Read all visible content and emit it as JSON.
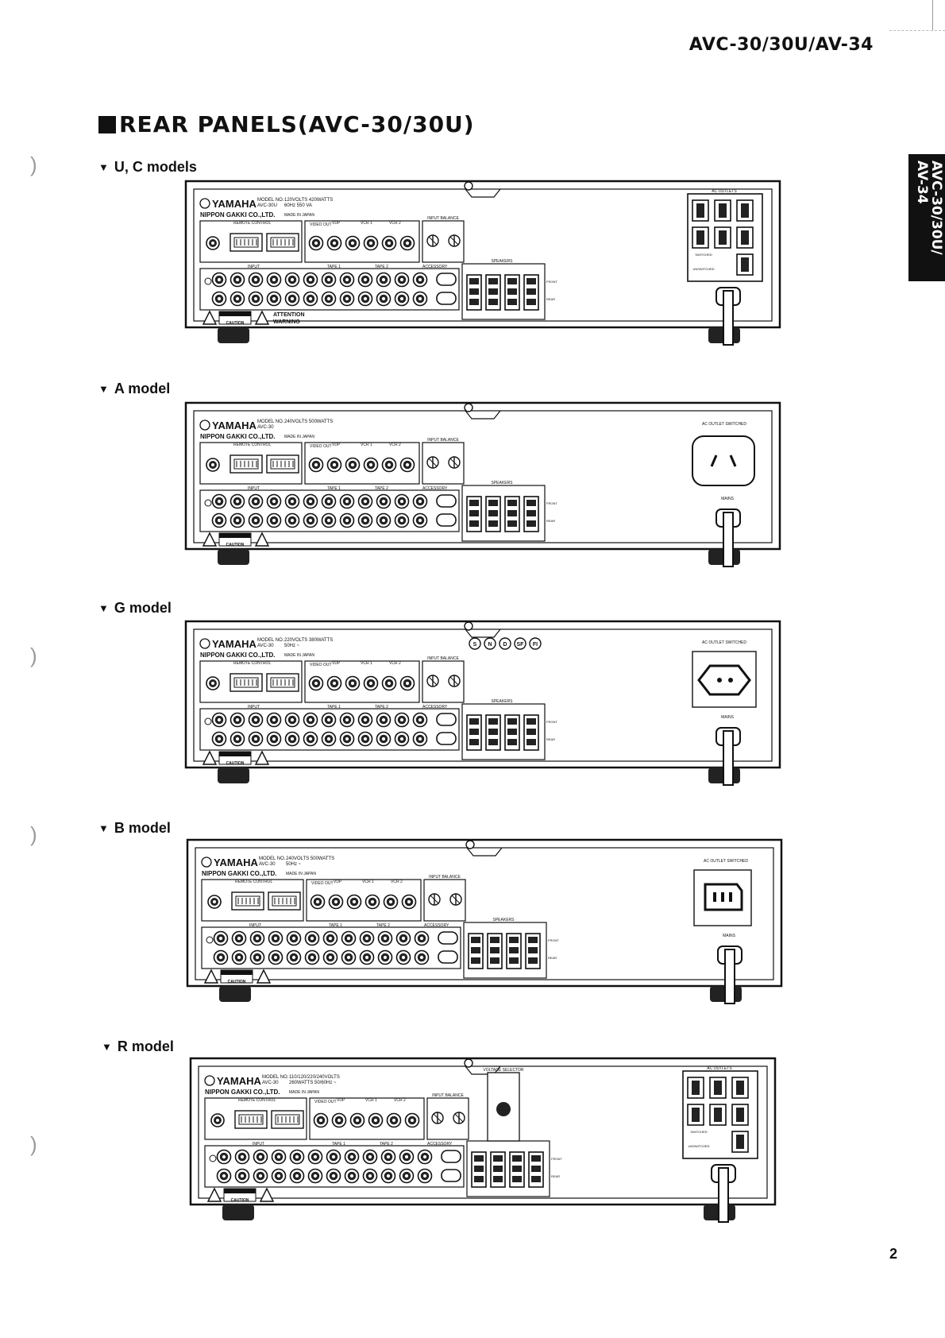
{
  "header": {
    "title": "AVC-30/30U/AV-34"
  },
  "section": {
    "title": "REAR PANELS(AVC-30/30U)"
  },
  "side_tab": {
    "text": "AVC-30/30U/\nAV-34"
  },
  "page_number": "2",
  "models": [
    {
      "label": "U, C models",
      "model_no": "AVC-30U",
      "ratings": "120VOLTS  420WATTS",
      "ratings2": "60Hz   550 VA",
      "outlet": "AC OUTLETS",
      "outlet_type": "multi",
      "label_sw": "SWITCHED",
      "label_unsw": "UNSWITCHED",
      "has_attention": true
    },
    {
      "label": "A model",
      "model_no": "AVC-30",
      "ratings": "240VOLTS  500WATTS",
      "ratings2": "",
      "outlet": "AC OUTLET SWITCHED",
      "outlet_type": "a",
      "label_sw": "",
      "label_unsw": "",
      "has_attention": false
    },
    {
      "label": "G model",
      "model_no": "AVC-30",
      "ratings": "220VOLTS  380WATTS",
      "ratings2": "50Hz ~",
      "outlet": "AC OUTLET SWITCHED",
      "outlet_type": "g",
      "label_sw": "",
      "label_unsw": "",
      "has_attention": false,
      "approvals": [
        "S",
        "N",
        "D",
        "SF",
        "FI"
      ]
    },
    {
      "label": "B model",
      "model_no": "AVC-30",
      "ratings": "240VOLTS  500WATTS",
      "ratings2": "50Hz ~",
      "outlet": "AC OUTLET SWITCHED",
      "outlet_type": "b",
      "label_sw": "",
      "label_unsw": "",
      "has_attention": false
    },
    {
      "label": "R model",
      "model_no": "AVC-30",
      "ratings": "110/120/220/240VOLTS",
      "ratings2": "260WATTS  50/60Hz ~",
      "outlet": "AC OUTLETS",
      "outlet_type": "multi",
      "label_sw": "SWITCHED",
      "label_unsw": "UNSWITCHED",
      "has_attention": false,
      "voltage_selector": "VOLTAGE SELECTOR"
    }
  ],
  "panel_text": {
    "brand": "YAMAHA",
    "company": "NIPPON GAKKI CO.,LTD.",
    "model_no_label": "MODEL NO.",
    "made_in": "MADE IN JAPAN",
    "remote_control": "REMOTE CONTROL",
    "input": "INPUT",
    "input_balance": "INPUT BALANCE",
    "accessory": "ACCESSORY",
    "speakers": "SPEAKERS",
    "front": "FRONT",
    "rear": "REAR",
    "caution": "CAUTION",
    "attention": "ATTENTION",
    "warning": "WARNING",
    "mains": "MAINS",
    "vcr1": "VCR 1",
    "vcr2": "VCR 2",
    "vdp": "VDP",
    "tape1": "TAPE 1",
    "tape2": "TAPE 2",
    "video": "VIDEO OUT"
  }
}
